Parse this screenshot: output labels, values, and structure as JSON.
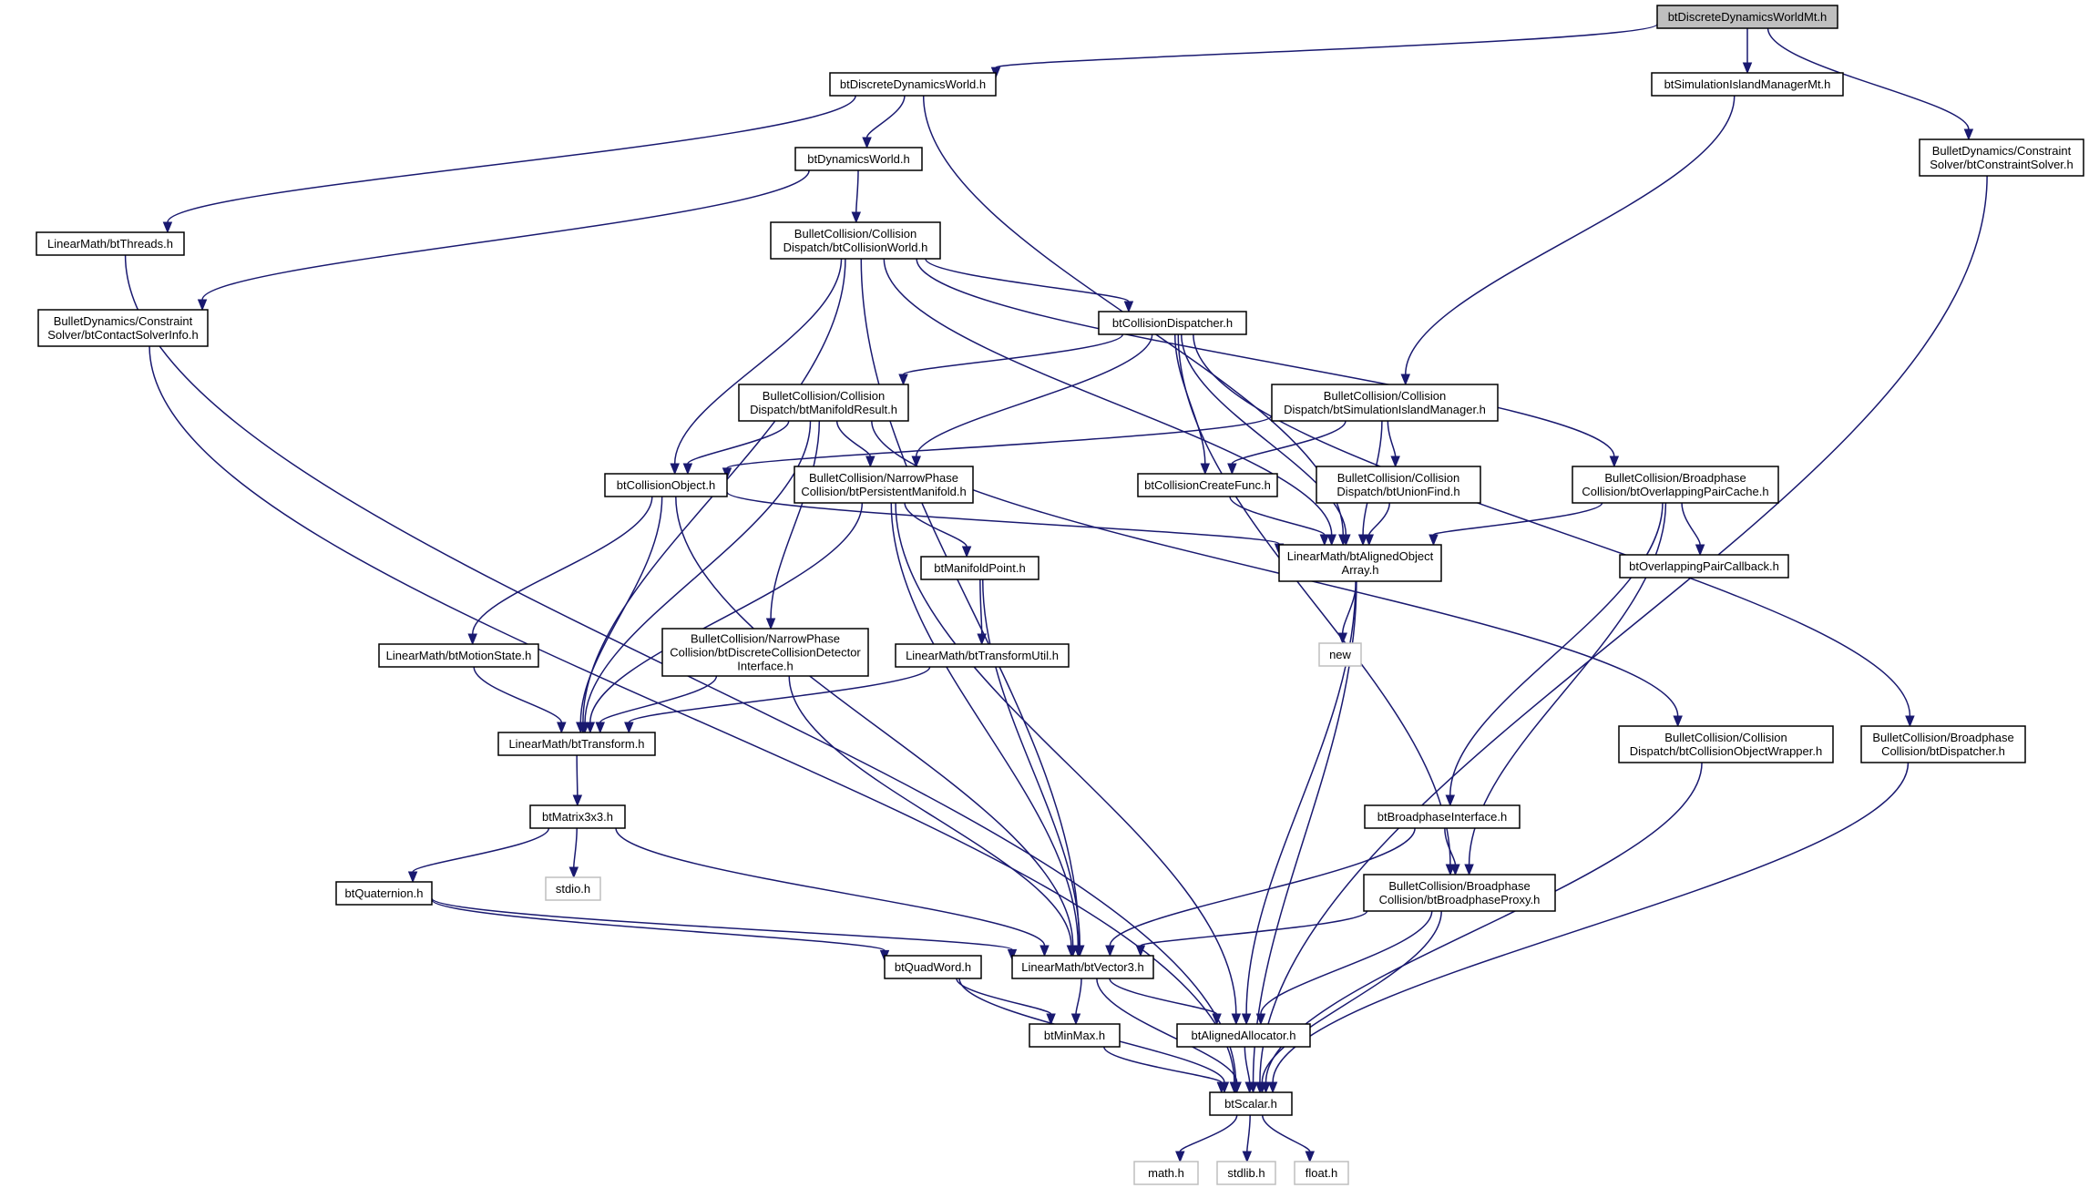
{
  "diagram": {
    "type": "include-dependency-graph",
    "colors": {
      "edge": "#191970",
      "root_fill": "#bfbfbf",
      "node_border": "#000000",
      "system_border": "#bfbfbf",
      "background": "#ffffff"
    },
    "nodes": [
      {
        "id": "root",
        "label": [
          "btDiscreteDynamicsWorldMt.h"
        ],
        "style": "root"
      },
      {
        "id": "ddw",
        "label": [
          "btDiscreteDynamicsWorld.h"
        ]
      },
      {
        "id": "sim_mt",
        "label": [
          "btSimulationIslandManagerMt.h"
        ]
      },
      {
        "id": "cs",
        "label": [
          "BulletDynamics/Constraint",
          "Solver/btConstraintSolver.h"
        ]
      },
      {
        "id": "dw",
        "label": [
          "btDynamicsWorld.h"
        ]
      },
      {
        "id": "threads",
        "label": [
          "LinearMath/btThreads.h"
        ]
      },
      {
        "id": "cw",
        "label": [
          "BulletCollision/Collision",
          "Dispatch/btCollisionWorld.h"
        ]
      },
      {
        "id": "csi",
        "label": [
          "BulletDynamics/Constraint",
          "Solver/btContactSolverInfo.h"
        ]
      },
      {
        "id": "cd",
        "label": [
          "btCollisionDispatcher.h"
        ]
      },
      {
        "id": "mr",
        "label": [
          "BulletCollision/Collision",
          "Dispatch/btManifoldResult.h"
        ]
      },
      {
        "id": "sim",
        "label": [
          "BulletCollision/Collision",
          "Dispatch/btSimulationIslandManager.h"
        ]
      },
      {
        "id": "co",
        "label": [
          "btCollisionObject.h"
        ]
      },
      {
        "id": "pm",
        "label": [
          "BulletCollision/NarrowPhase",
          "Collision/btPersistentManifold.h"
        ]
      },
      {
        "id": "ccf",
        "label": [
          "btCollisionCreateFunc.h"
        ]
      },
      {
        "id": "uf",
        "label": [
          "BulletCollision/Collision",
          "Dispatch/btUnionFind.h"
        ]
      },
      {
        "id": "opc",
        "label": [
          "BulletCollision/Broadphase",
          "Collision/btOverlappingPairCache.h"
        ]
      },
      {
        "id": "aoa",
        "label": [
          "LinearMath/btAlignedObject",
          "Array.h"
        ]
      },
      {
        "id": "mp",
        "label": [
          "btManifoldPoint.h"
        ]
      },
      {
        "id": "opcb",
        "label": [
          "btOverlappingPairCallback.h"
        ]
      },
      {
        "id": "new",
        "label": [
          "new"
        ],
        "style": "system"
      },
      {
        "id": "ms",
        "label": [
          "LinearMath/btMotionState.h"
        ]
      },
      {
        "id": "dcdi",
        "label": [
          "BulletCollision/NarrowPhase",
          "Collision/btDiscreteCollisionDetector",
          "Interface.h"
        ]
      },
      {
        "id": "tu",
        "label": [
          "LinearMath/btTransformUtil.h"
        ]
      },
      {
        "id": "tf",
        "label": [
          "LinearMath/btTransform.h"
        ]
      },
      {
        "id": "cow",
        "label": [
          "BulletCollision/Collision",
          "Dispatch/btCollisionObjectWrapper.h"
        ]
      },
      {
        "id": "disp",
        "label": [
          "BulletCollision/Broadphase",
          "Collision/btDispatcher.h"
        ]
      },
      {
        "id": "m3",
        "label": [
          "btMatrix3x3.h"
        ]
      },
      {
        "id": "bi",
        "label": [
          "btBroadphaseInterface.h"
        ]
      },
      {
        "id": "quat",
        "label": [
          "btQuaternion.h"
        ]
      },
      {
        "id": "stdio",
        "label": [
          "stdio.h"
        ],
        "style": "system"
      },
      {
        "id": "bp",
        "label": [
          "BulletCollision/Broadphase",
          "Collision/btBroadphaseProxy.h"
        ]
      },
      {
        "id": "qw",
        "label": [
          "btQuadWord.h"
        ]
      },
      {
        "id": "v3",
        "label": [
          "LinearMath/btVector3.h"
        ]
      },
      {
        "id": "minmax",
        "label": [
          "btMinMax.h"
        ]
      },
      {
        "id": "aa",
        "label": [
          "btAlignedAllocator.h"
        ]
      },
      {
        "id": "scalar",
        "label": [
          "btScalar.h"
        ]
      },
      {
        "id": "math",
        "label": [
          "math.h"
        ],
        "style": "system"
      },
      {
        "id": "stdlib",
        "label": [
          "stdlib.h"
        ],
        "style": "system"
      },
      {
        "id": "float",
        "label": [
          "float.h"
        ],
        "style": "system"
      }
    ],
    "edges": [
      [
        "root",
        "ddw"
      ],
      [
        "root",
        "sim_mt"
      ],
      [
        "root",
        "cs"
      ],
      [
        "ddw",
        "dw"
      ],
      [
        "ddw",
        "threads"
      ],
      [
        "ddw",
        "aoa"
      ],
      [
        "sim_mt",
        "sim"
      ],
      [
        "cs",
        "scalar"
      ],
      [
        "dw",
        "cw"
      ],
      [
        "dw",
        "csi"
      ],
      [
        "threads",
        "scalar"
      ],
      [
        "csi",
        "scalar"
      ],
      [
        "cw",
        "cd"
      ],
      [
        "cw",
        "co"
      ],
      [
        "cw",
        "opc"
      ],
      [
        "cw",
        "aoa"
      ],
      [
        "cw",
        "tf"
      ],
      [
        "cw",
        "v3"
      ],
      [
        "cd",
        "mr"
      ],
      [
        "cd",
        "pm"
      ],
      [
        "cd",
        "ccf"
      ],
      [
        "cd",
        "aoa"
      ],
      [
        "cd",
        "bp"
      ],
      [
        "cd",
        "disp"
      ],
      [
        "mr",
        "co"
      ],
      [
        "mr",
        "pm"
      ],
      [
        "mr",
        "dcdi"
      ],
      [
        "mr",
        "tf"
      ],
      [
        "mr",
        "cow"
      ],
      [
        "sim",
        "co"
      ],
      [
        "sim",
        "ccf"
      ],
      [
        "sim",
        "uf"
      ],
      [
        "sim",
        "aoa"
      ],
      [
        "co",
        "ms"
      ],
      [
        "co",
        "tf"
      ],
      [
        "co",
        "aoa"
      ],
      [
        "co",
        "v3"
      ],
      [
        "pm",
        "mp"
      ],
      [
        "pm",
        "tf"
      ],
      [
        "pm",
        "aa"
      ],
      [
        "pm",
        "v3"
      ],
      [
        "ccf",
        "aoa"
      ],
      [
        "uf",
        "aoa"
      ],
      [
        "opc",
        "aoa"
      ],
      [
        "opc",
        "opcb"
      ],
      [
        "opc",
        "bi"
      ],
      [
        "opc",
        "bp"
      ],
      [
        "aoa",
        "new"
      ],
      [
        "aoa",
        "aa"
      ],
      [
        "aoa",
        "scalar"
      ],
      [
        "mp",
        "tu"
      ],
      [
        "mp",
        "v3"
      ],
      [
        "ms",
        "tf"
      ],
      [
        "dcdi",
        "tf"
      ],
      [
        "dcdi",
        "v3"
      ],
      [
        "tu",
        "tf"
      ],
      [
        "tf",
        "m3"
      ],
      [
        "m3",
        "quat"
      ],
      [
        "m3",
        "stdio"
      ],
      [
        "m3",
        "v3"
      ],
      [
        "quat",
        "qw"
      ],
      [
        "quat",
        "v3"
      ],
      [
        "cow",
        "scalar"
      ],
      [
        "disp",
        "scalar"
      ],
      [
        "bi",
        "bp"
      ],
      [
        "bi",
        "v3"
      ],
      [
        "bp",
        "v3"
      ],
      [
        "bp",
        "aa"
      ],
      [
        "bp",
        "scalar"
      ],
      [
        "qw",
        "minmax"
      ],
      [
        "qw",
        "scalar"
      ],
      [
        "v3",
        "minmax"
      ],
      [
        "v3",
        "aa"
      ],
      [
        "v3",
        "scalar"
      ],
      [
        "minmax",
        "scalar"
      ],
      [
        "aa",
        "scalar"
      ],
      [
        "scalar",
        "math"
      ],
      [
        "scalar",
        "stdlib"
      ],
      [
        "scalar",
        "float"
      ]
    ]
  }
}
